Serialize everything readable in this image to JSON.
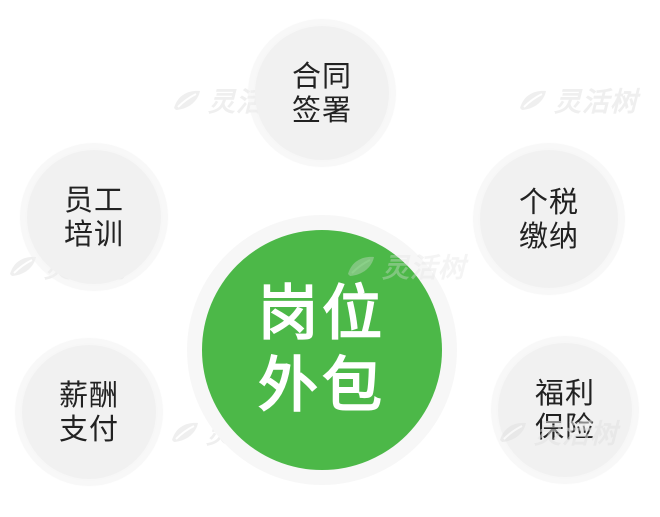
{
  "diagram": {
    "center": {
      "lines": [
        "岗位",
        "外包"
      ],
      "color": "#4cb848"
    },
    "nodes": [
      {
        "id": "contract",
        "lines": [
          "合同",
          "签署"
        ]
      },
      {
        "id": "tax",
        "lines": [
          "个税",
          "缴纳"
        ]
      },
      {
        "id": "welfare",
        "lines": [
          "福利",
          "保险"
        ]
      },
      {
        "id": "salary",
        "lines": [
          "薪酬",
          "支付"
        ]
      },
      {
        "id": "training",
        "lines": [
          "员工",
          "培训"
        ]
      }
    ],
    "bubble_color": "#f1f1f1"
  },
  "watermark": {
    "text": "灵活树"
  }
}
